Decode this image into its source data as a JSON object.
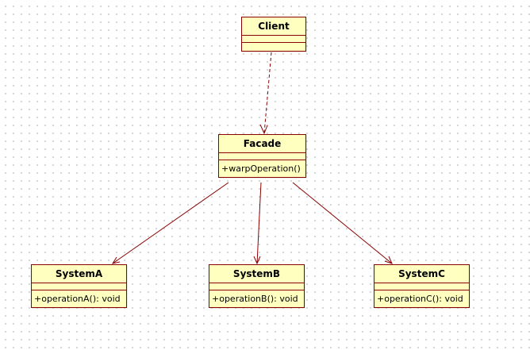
{
  "diagram": {
    "classes": {
      "client": {
        "name": "Client",
        "operations": []
      },
      "facade": {
        "name": "Facade",
        "operations": [
          "+warpOperation()"
        ]
      },
      "system_a": {
        "name": "SystemA",
        "operations": [
          "+operationA(): void"
        ]
      },
      "system_b": {
        "name": "SystemB",
        "operations": [
          "+operationB(): void"
        ]
      },
      "system_c": {
        "name": "SystemC",
        "operations": [
          "+operationC(): void"
        ]
      }
    },
    "relations": [
      {
        "from": "client",
        "to": "facade",
        "kind": "dependency"
      },
      {
        "from": "facade",
        "to": "system_a",
        "kind": "association"
      },
      {
        "from": "facade",
        "to": "system_b",
        "kind": "association"
      },
      {
        "from": "facade",
        "to": "system_c",
        "kind": "association"
      }
    ],
    "colors": {
      "class_fill": "#ffffc0",
      "class_border": "#8b0000",
      "edge": "#8b0000"
    }
  }
}
